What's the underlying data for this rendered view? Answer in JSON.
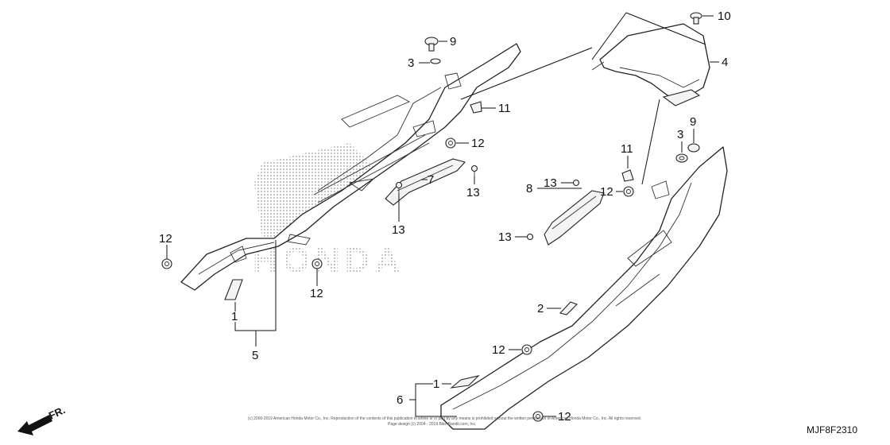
{
  "diagram": {
    "diagram_code": "MJF8F2310",
    "front_indicator": "FR.",
    "watermark_text": "HONDA",
    "copyright_line_1": "(c) 2000-2019 American Honda Motor Co., Inc. Reproduction of the contents of this publication in whole or in part by any means is prohibited without the written permission of American Honda Motor Co., Inc. All rights reserved.",
    "copyright_line_2": "Page design (c) 2004 - 2019 Bike Bandit.com, Inc.",
    "callouts": {
      "c9a": "9",
      "c3a": "3",
      "c11a": "11",
      "c12a": "12",
      "c13a": "13",
      "c7": "7",
      "c13b": "13",
      "c12b": "12",
      "c12c": "12",
      "c1a": "1",
      "c5": "5",
      "c10": "10",
      "c4": "4",
      "c3b": "3",
      "c9b": "9",
      "c11b": "11",
      "c13c": "13",
      "c8": "8",
      "c12d": "12",
      "c13d": "13",
      "c2": "2",
      "c12e": "12",
      "c1b": "1",
      "c6": "6",
      "c12f": "12"
    }
  }
}
